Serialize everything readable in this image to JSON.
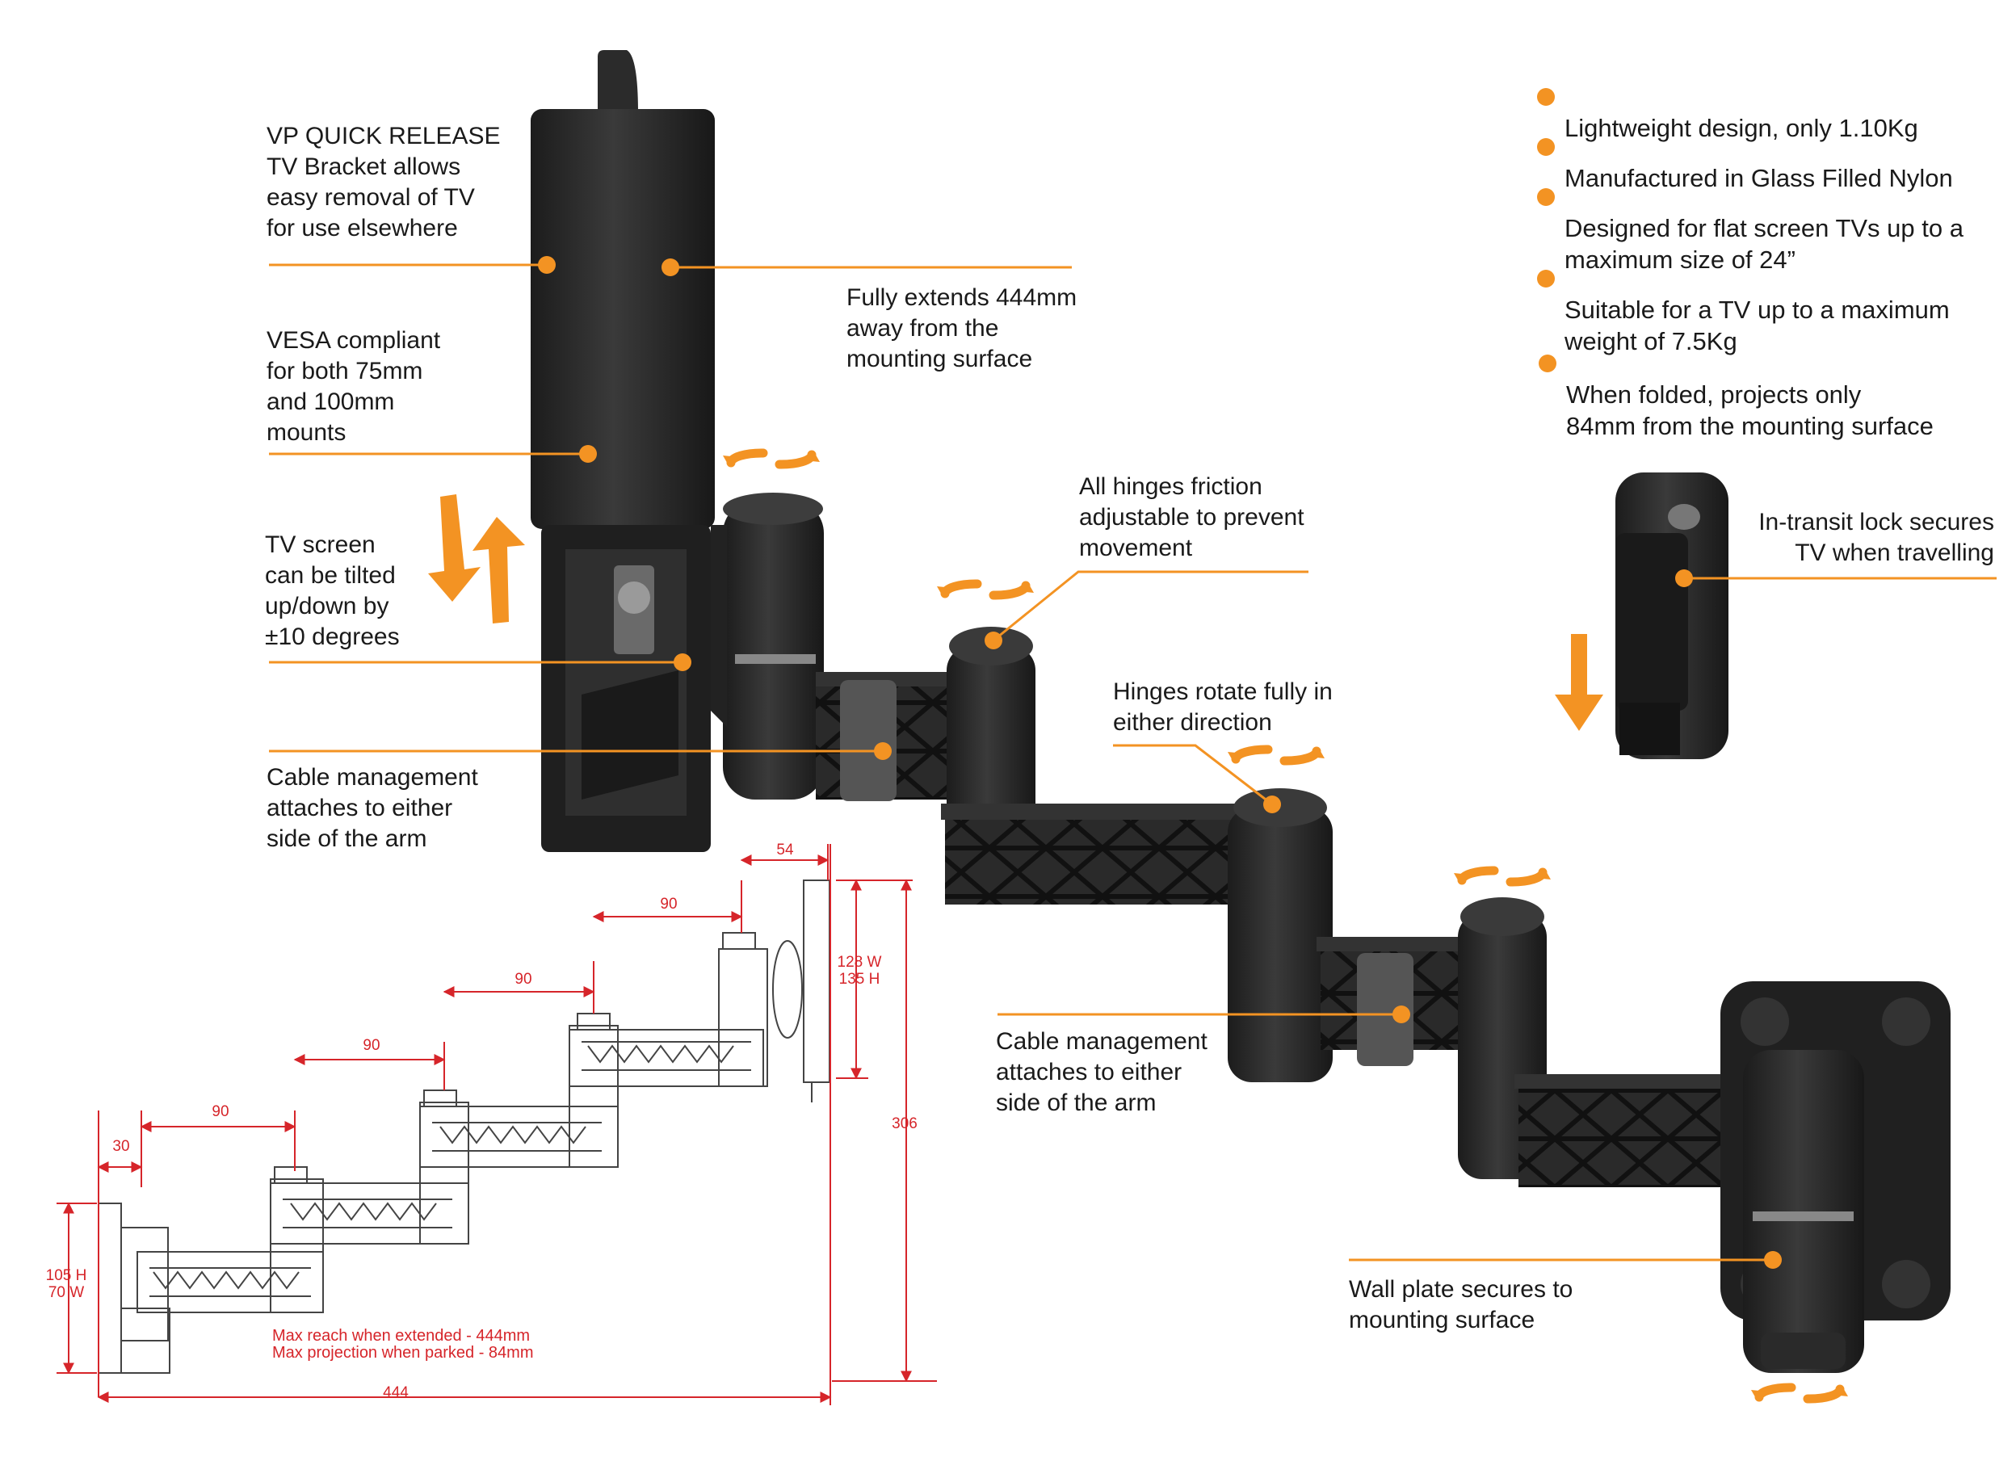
{
  "colors": {
    "accent": "#f39323",
    "dimension": "#d6252a",
    "product": "#262626",
    "text": "#1a1a1a"
  },
  "callouts": {
    "quick_release": "VP QUICK RELEASE\nTV Bracket allows\neasy removal of TV\nfor use elsewhere",
    "vesa": "VESA compliant\nfor both 75mm\nand 100mm\nmounts",
    "tilt": "TV screen\ncan be tilted\nup/down by\n±10 degrees",
    "cable_left": "Cable management\nattaches to either\nside of the arm",
    "extends": "Fully extends 444mm\naway from the\nmounting surface",
    "friction": "All hinges friction\nadjustable to prevent\nmovement",
    "rotate": "Hinges rotate fully in\neither direction",
    "cable_right": "Cable management\nattaches to either\nside of the arm",
    "wall_plate": "Wall plate secures to\nmounting surface",
    "transit_lock": "In-transit lock secures\nTV when travelling"
  },
  "features": [
    "Lightweight design, only 1.10Kg",
    "Manufactured in Glass Filled Nylon",
    "Designed for flat screen TVs up to a\nmaximum size of 24”",
    "Suitable for a TV up to a maximum\nweight of 7.5Kg",
    "When folded, projects only\n84mm from the mounting surface"
  ],
  "dimensions": {
    "seg_54": "54",
    "seg_90_a": "90",
    "seg_90_b": "90",
    "seg_90_c": "90",
    "seg_90_d": "90",
    "seg_30": "30",
    "total_444": "444",
    "height_306": "306",
    "plate_w": "128 W",
    "plate_h": "135 H",
    "wall_h": "105 H",
    "wall_w": "70 W",
    "max_text": "Max reach when extended - 444mm\nMax projection when parked - 84mm"
  },
  "icons": [
    "rotate-arrows-icon",
    "tilt-arrows-icon",
    "down-arrow-icon",
    "callout-dot-icon"
  ]
}
